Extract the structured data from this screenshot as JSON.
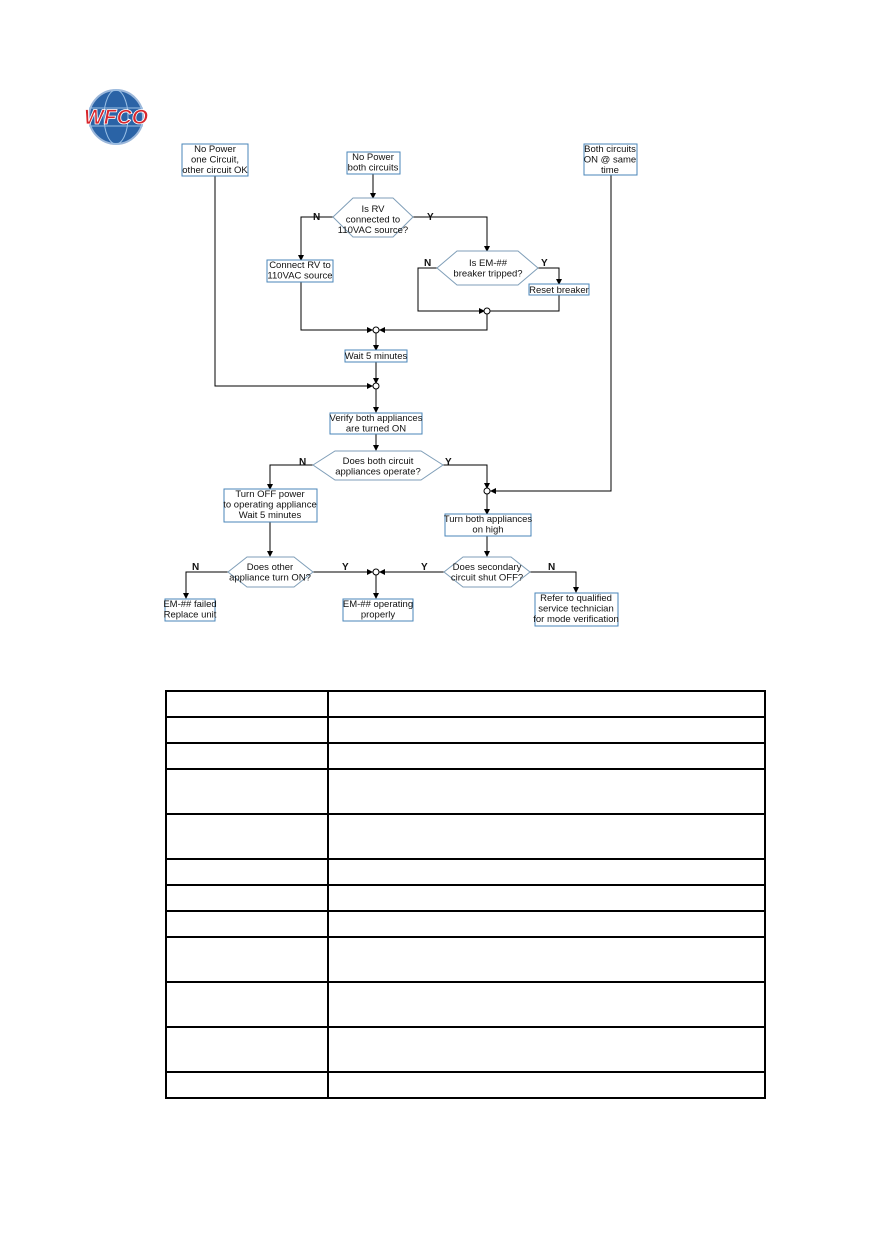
{
  "logo": {
    "text": "WFCO",
    "primary_color": "#d8262c",
    "secondary_color": "#1f5fa8"
  },
  "flowchart": {
    "start_one_circuit": [
      "No Power",
      "one Circuit,",
      "other circuit OK"
    ],
    "start_both": [
      "No Power",
      "both circuits"
    ],
    "start_both_on": [
      "Both circuits",
      "ON @ same",
      "time"
    ],
    "q_rv_connected": [
      "Is RV",
      "connected to",
      "110VAC source?"
    ],
    "connect_rv": [
      "Connect RV to",
      "110VAC source"
    ],
    "q_breaker": [
      "Is EM-##",
      "breaker tripped?"
    ],
    "reset_breaker": [
      "Reset breaker"
    ],
    "wait5": [
      "Wait 5 minutes"
    ],
    "verify_on": [
      "Verify both appliances",
      "are turned ON"
    ],
    "q_both_operate": [
      "Does both circuit",
      "appliances operate?"
    ],
    "turn_off_power": [
      "Turn OFF power",
      "to operating appliance",
      "Wait 5 minutes"
    ],
    "turn_high": [
      "Turn both appliances",
      "on high"
    ],
    "q_other_on": [
      "Does other",
      "appliance turn ON?"
    ],
    "q_secondary": [
      "Does secondary",
      "circuit shut OFF?"
    ],
    "em_failed": [
      "EM-## failed",
      "Replace unit"
    ],
    "em_operating": [
      "EM-## operating",
      "properly"
    ],
    "refer_tech": [
      "Refer to qualified",
      "service technician",
      "for mode verification"
    ],
    "yes": "Y",
    "no": "N"
  },
  "table": {
    "rows": [
      {
        "tall": false,
        "cells": [
          "",
          ""
        ]
      },
      {
        "tall": false,
        "cells": [
          "",
          ""
        ]
      },
      {
        "tall": false,
        "cells": [
          "",
          ""
        ]
      },
      {
        "tall": true,
        "cells": [
          "",
          ""
        ]
      },
      {
        "tall": true,
        "cells": [
          "",
          ""
        ]
      },
      {
        "tall": false,
        "cells": [
          "",
          ""
        ]
      },
      {
        "tall": false,
        "cells": [
          "",
          ""
        ]
      },
      {
        "tall": false,
        "cells": [
          "",
          ""
        ]
      },
      {
        "tall": true,
        "cells": [
          "",
          ""
        ]
      },
      {
        "tall": true,
        "cells": [
          "",
          ""
        ]
      },
      {
        "tall": true,
        "cells": [
          "",
          ""
        ]
      },
      {
        "tall": false,
        "cells": [
          "",
          ""
        ]
      }
    ]
  }
}
